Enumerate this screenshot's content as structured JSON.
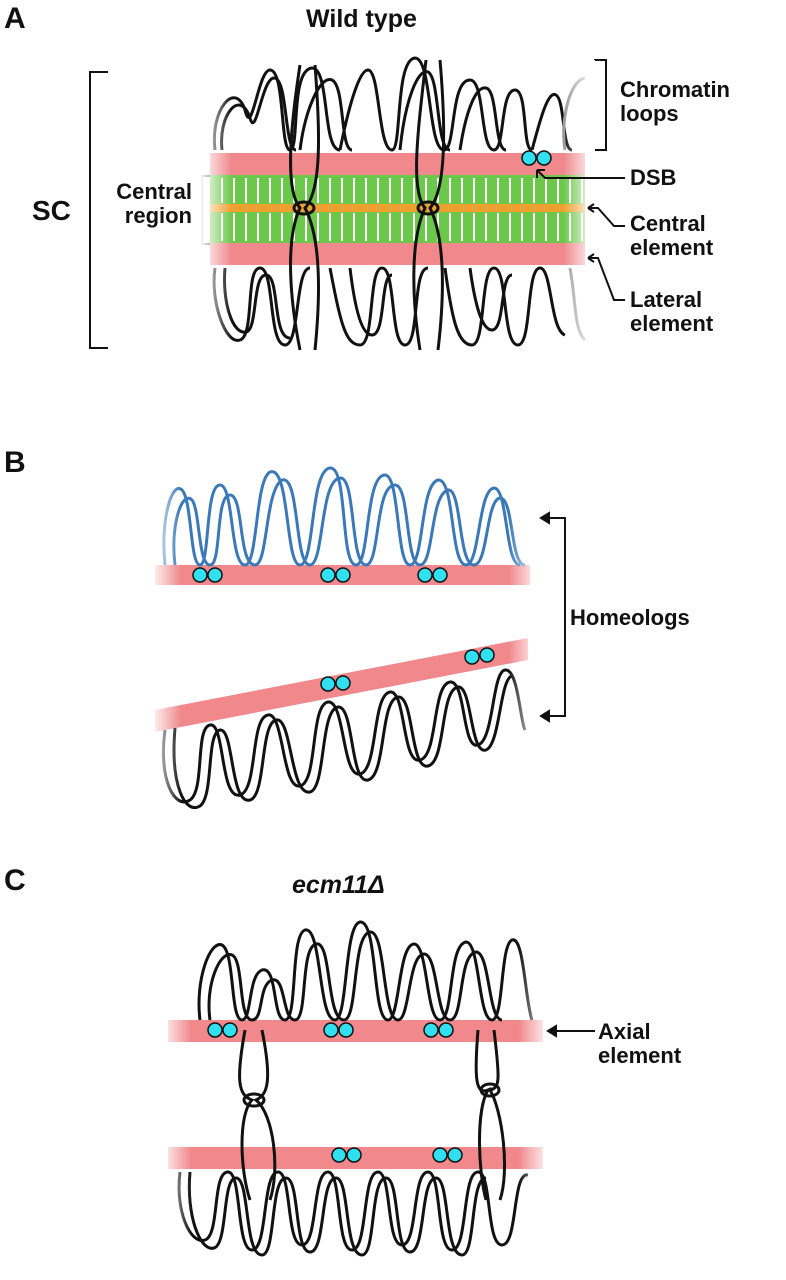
{
  "colors": {
    "lateral_element": "#f0888c",
    "central_region": "#6cc84a",
    "central_element": "#f0a030",
    "dsb": "#30e0f0",
    "chromatin_black": "#111111",
    "chromatin_blue": "#3a78b8"
  },
  "panels": [
    {
      "letter": "A",
      "title": "Wild type",
      "labels": {
        "sc": "SC",
        "central_region_1": "Central",
        "central_region_2": "region",
        "chromatin_loops_1": "Chromatin",
        "chromatin_loops_2": "loops",
        "dsb": "DSB",
        "central_element_1": "Central",
        "central_element_2": "element",
        "lateral_element_1": "Lateral",
        "lateral_element_2": "element"
      }
    },
    {
      "letter": "B",
      "title": "",
      "labels": {
        "homeologs": "Homeologs"
      }
    },
    {
      "letter": "C",
      "title": "ecm11Δ",
      "labels": {
        "axial_element_1": "Axial",
        "axial_element_2": "element"
      }
    }
  ]
}
